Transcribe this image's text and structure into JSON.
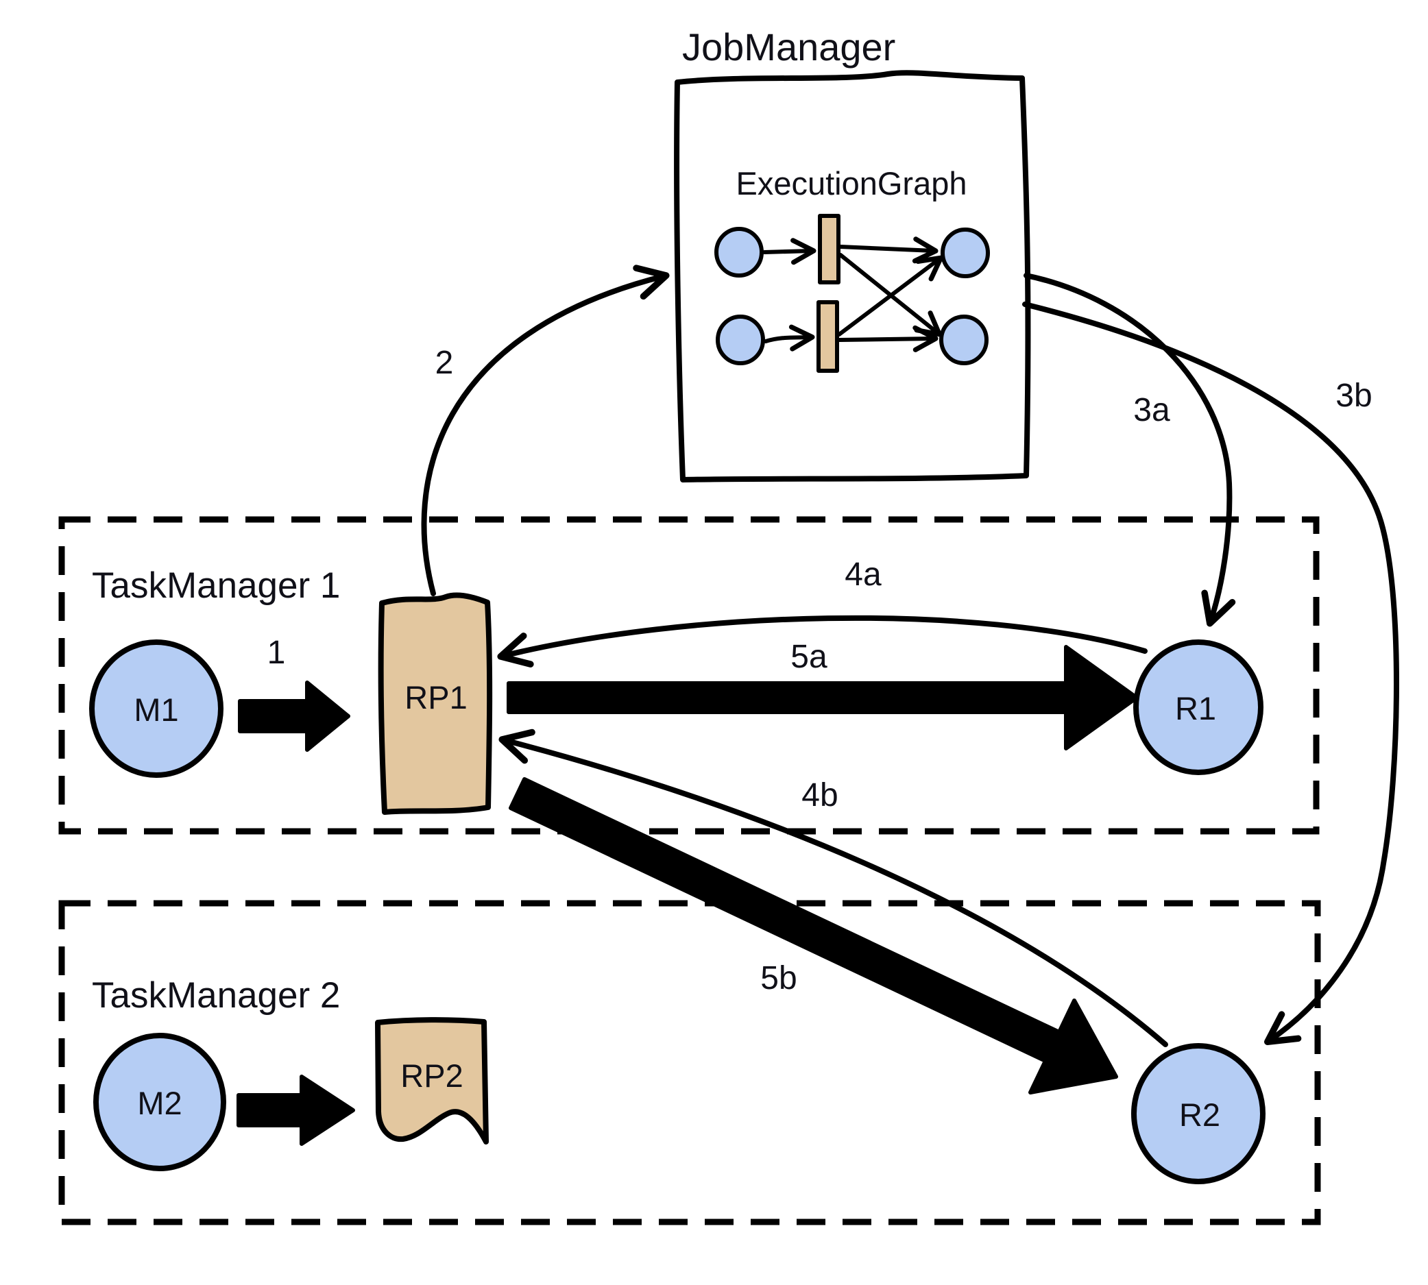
{
  "diagram": {
    "type": "hand-drawn architecture sketch (stream data exchange between TaskManagers coordinated by JobManager)",
    "background": "#ffffff",
    "colors": {
      "node_fill": "#b5cdf4",
      "partition_fill": "#e3c79f",
      "line": "#000000",
      "text": "#101018"
    },
    "job_manager": {
      "title": "JobManager",
      "subtitle": "ExecutionGraph"
    },
    "task_managers": [
      {
        "label": "TaskManager 1"
      },
      {
        "label": "TaskManager 2"
      }
    ],
    "nodes": {
      "m1": "M1",
      "rp1": "RP1",
      "r1": "R1",
      "m2": "M2",
      "rp2": "RP2",
      "r2": "R2"
    },
    "step_labels": {
      "s1": "1",
      "s2": "2",
      "s3a": "3a",
      "s3b": "3b",
      "s4a": "4a",
      "s4b": "4b",
      "s5a": "5a",
      "s5b": "5b"
    },
    "edges": [
      {
        "label": "1",
        "from": "M1",
        "to": "RP1",
        "style": "thick-black-arrow"
      },
      {
        "label": "2",
        "from": "RP1",
        "to": "JobManager",
        "style": "thin-curved-arrow"
      },
      {
        "label": "3a",
        "from": "JobManager",
        "to": "R1",
        "style": "thin-curved-arrow"
      },
      {
        "label": "3b",
        "from": "JobManager",
        "to": "R2",
        "style": "thin-curved-arrow"
      },
      {
        "label": "4a",
        "from": "R1",
        "to": "RP1",
        "style": "thin-curved-arrow"
      },
      {
        "label": "4b",
        "from": "R2",
        "to": "RP1",
        "style": "thin-curved-arrow"
      },
      {
        "label": "5a",
        "from": "RP1",
        "to": "R1",
        "style": "thick-black-arrow"
      },
      {
        "label": "5b",
        "from": "RP1",
        "to": "R2",
        "style": "thick-black-arrow"
      },
      {
        "label": "",
        "from": "M2",
        "to": "RP2",
        "style": "thick-black-arrow"
      }
    ]
  }
}
